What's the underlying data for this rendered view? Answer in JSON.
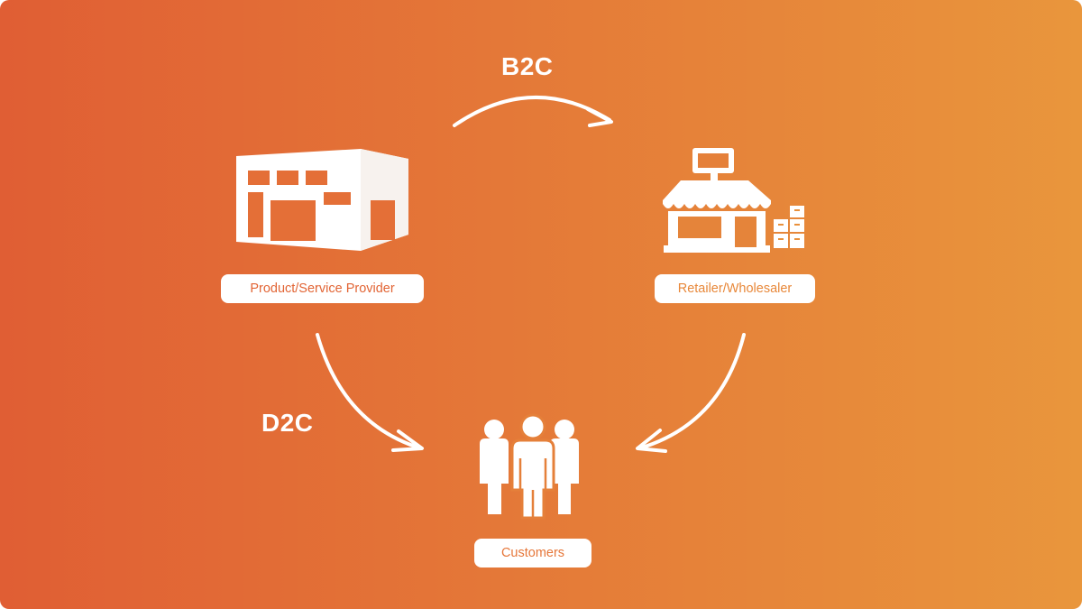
{
  "colors": {
    "background_left": "#e05e34",
    "background_right": "#e9963c",
    "foreground": "#ffffff",
    "label_text": "#e26c35"
  },
  "flows": {
    "b2c": "B2C",
    "d2c": "D2C"
  },
  "nodes": {
    "provider": {
      "label": "Product/Service Provider",
      "icon": "factory-building-icon"
    },
    "retailer": {
      "label": "Retailer/Wholesaler",
      "icon": "storefront-with-boxes-icon"
    },
    "customers": {
      "label": "Customers",
      "icon": "group-of-people-icon"
    }
  }
}
